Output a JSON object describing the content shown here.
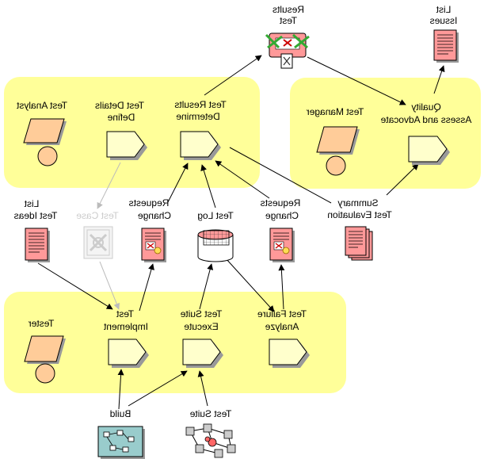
{
  "colors": {
    "zone": "#ffff99",
    "activity": "#ffffcc",
    "role": "#ffcc99",
    "artifact": "#ff9999",
    "shadow": "#999999",
    "faded": "#cccccc",
    "arrow": "#000000"
  },
  "labels": {
    "test_analyst": "Test Analyst",
    "define_test_details": [
      "Define",
      "Test Details"
    ],
    "determine_test_results": [
      "Determine",
      "Test Results"
    ],
    "test_manager": "Test Manager",
    "assess_and_advocate_quality": [
      "Assess and Advocate",
      "Quality"
    ],
    "test_results": [
      "Test",
      "Results"
    ],
    "issues_list": [
      "Issues",
      "List"
    ],
    "test_ideas_list": [
      "Test Ideas",
      "List"
    ],
    "test_case": "Test Case",
    "change_requests_1": [
      "Change",
      "Requests"
    ],
    "test_log": "Test Log",
    "change_requests_2": [
      "Change",
      "Requests"
    ],
    "test_evaluation_summary": [
      "Test Evaluation",
      "Summary"
    ],
    "tester": "Tester",
    "implement_test": [
      "Implement",
      "Test"
    ],
    "execute_test_suite": [
      "Execute",
      "Test Suite"
    ],
    "analyze_test_failure": [
      "Analyze",
      "Test Failure"
    ],
    "build": "Build",
    "test_suite": "Test Suite"
  },
  "icons": {
    "role": "role-icon",
    "activity": "activity-icon",
    "document": "document-icon",
    "change_request": "change-request-icon",
    "test_log": "database-icon",
    "test_results": "test-results-icon",
    "test_case": "test-case-icon",
    "evaluation_summary": "document-stack-icon",
    "build": "build-icon",
    "test_suite": "network-icon"
  }
}
